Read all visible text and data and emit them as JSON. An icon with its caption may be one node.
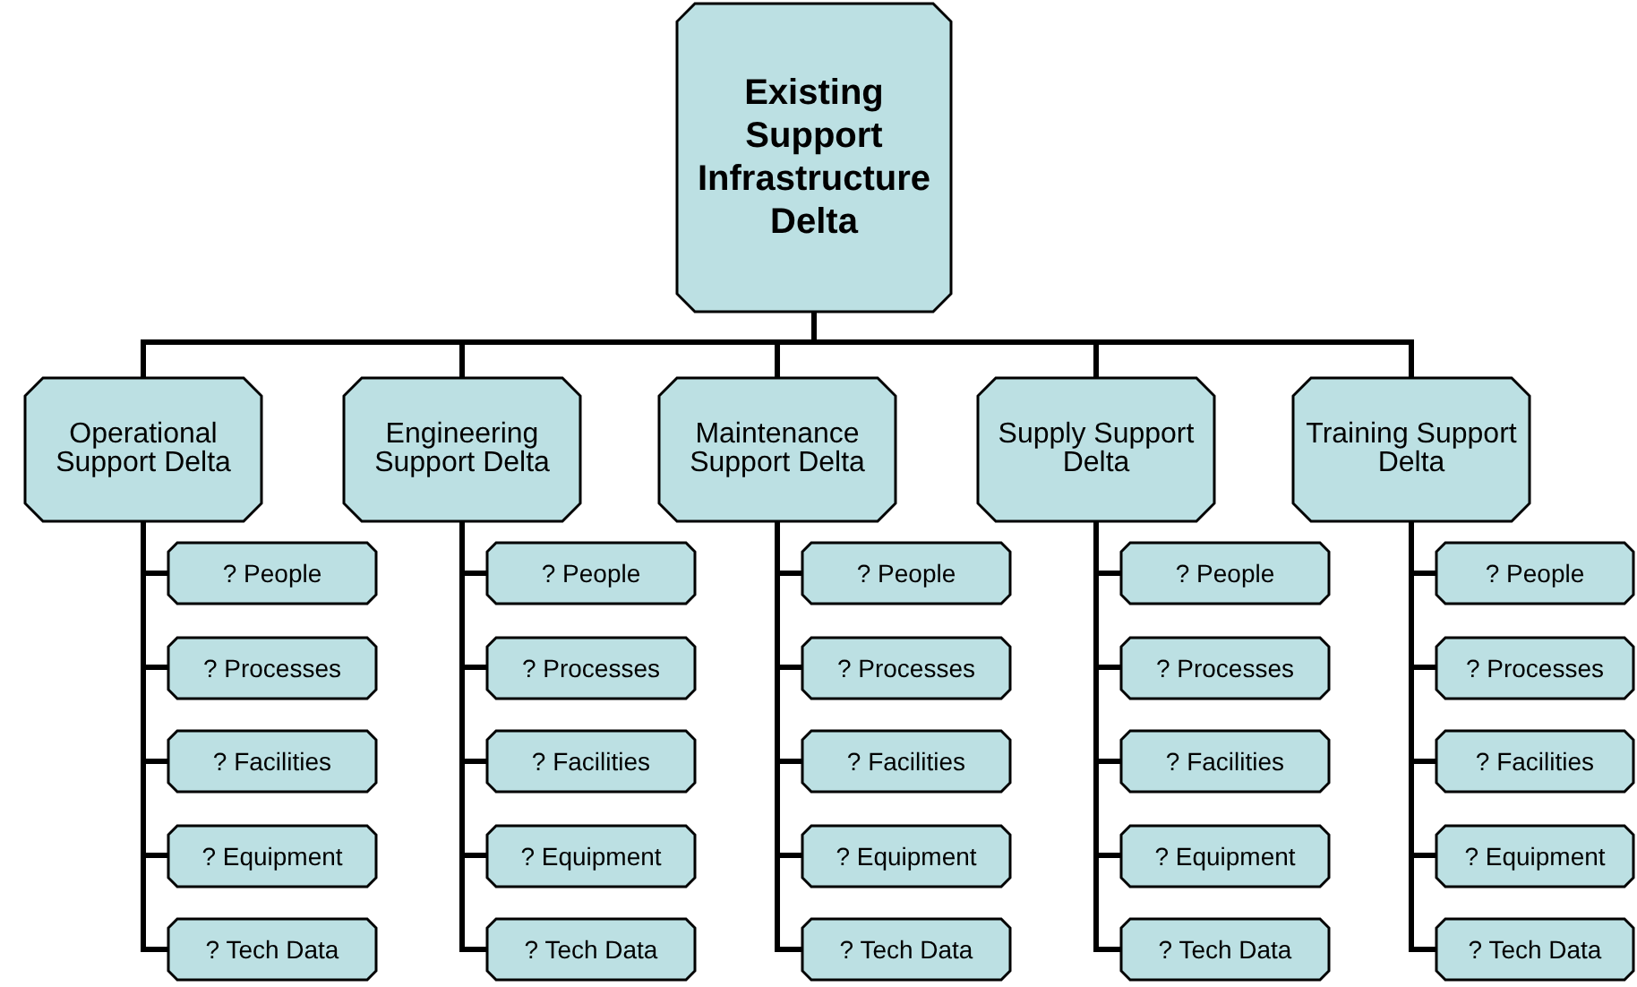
{
  "diagram": {
    "nodes": [
      {
        "text": [
          "Existing Support Infrastructure Delta"
        ]
      },
      {
        "text": [
          "Operational Support Delta"
        ]
      },
      {
        "text": [
          "? People"
        ]
      },
      {
        "text": [
          "? Processes"
        ]
      },
      {
        "text": [
          "? Facilities"
        ]
      },
      {
        "text": [
          "? Equipment"
        ]
      },
      {
        "text": [
          "? Tech Data"
        ]
      },
      {
        "text": [
          "Engineering Support Delta"
        ]
      },
      {
        "text": [
          "? People"
        ]
      },
      {
        "text": [
          "? Processes"
        ]
      },
      {
        "text": [
          "? Facilities"
        ]
      },
      {
        "text": [
          "? Equipment"
        ]
      },
      {
        "text": [
          "? Tech Data"
        ]
      },
      {
        "text": [
          "Maintenance Support Delta"
        ]
      },
      {
        "text": [
          "? People"
        ]
      },
      {
        "text": [
          "? Processes"
        ]
      },
      {
        "text": [
          "? Facilities"
        ]
      },
      {
        "text": [
          "? Equipment"
        ]
      },
      {
        "text": [
          "? Tech Data"
        ]
      },
      {
        "text": [
          "Supply Support Delta"
        ]
      },
      {
        "text": [
          "? People"
        ]
      },
      {
        "text": [
          "? Processes"
        ]
      },
      {
        "text": [
          "? Facilities"
        ]
      },
      {
        "text": [
          "? Equipment"
        ]
      },
      {
        "text": [
          "? Tech Data"
        ]
      },
      {
        "text": [
          "Training Support Delta"
        ]
      },
      {
        "text": [
          "? People"
        ]
      },
      {
        "text": [
          "? Processes"
        ]
      },
      {
        "text": [
          "? Facilities"
        ]
      },
      {
        "text": [
          "? Equipment"
        ]
      },
      {
        "text": [
          "? Tech Data"
        ]
      }
    ],
    "edges": [
      {
        "from": 0,
        "to": 1,
        "arrow": "none"
      },
      {
        "from": 0,
        "to": 7,
        "arrow": "none"
      },
      {
        "from": 0,
        "to": 13,
        "arrow": "none"
      },
      {
        "from": 0,
        "to": 19,
        "arrow": "none"
      },
      {
        "from": 0,
        "to": 25,
        "arrow": "none"
      },
      {
        "from": 1,
        "to": 2,
        "arrow": "none"
      },
      {
        "from": 1,
        "to": 3,
        "arrow": "none"
      },
      {
        "from": 1,
        "to": 4,
        "arrow": "none"
      },
      {
        "from": 1,
        "to": 5,
        "arrow": "none"
      },
      {
        "from": 1,
        "to": 6,
        "arrow": "none"
      },
      {
        "from": 7,
        "to": 8,
        "arrow": "none"
      },
      {
        "from": 7,
        "to": 9,
        "arrow": "none"
      },
      {
        "from": 7,
        "to": 10,
        "arrow": "none"
      },
      {
        "from": 7,
        "to": 11,
        "arrow": "none"
      },
      {
        "from": 7,
        "to": 12,
        "arrow": "none"
      },
      {
        "from": 13,
        "to": 14,
        "arrow": "none"
      },
      {
        "from": 13,
        "to": 15,
        "arrow": "none"
      },
      {
        "from": 13,
        "to": 16,
        "arrow": "none"
      },
      {
        "from": 13,
        "to": 17,
        "arrow": "none"
      },
      {
        "from": 13,
        "to": 18,
        "arrow": "none"
      },
      {
        "from": 19,
        "to": 20,
        "arrow": "none"
      },
      {
        "from": 19,
        "to": 21,
        "arrow": "none"
      },
      {
        "from": 19,
        "to": 22,
        "arrow": "none"
      },
      {
        "from": 19,
        "to": 23,
        "arrow": "none"
      },
      {
        "from": 19,
        "to": 24,
        "arrow": "none"
      },
      {
        "from": 25,
        "to": 26,
        "arrow": "none"
      },
      {
        "from": 25,
        "to": 27,
        "arrow": "none"
      },
      {
        "from": 25,
        "to": 28,
        "arrow": "none"
      },
      {
        "from": 25,
        "to": 29,
        "arrow": "none"
      },
      {
        "from": 25,
        "to": 30,
        "arrow": "none"
      }
    ]
  }
}
